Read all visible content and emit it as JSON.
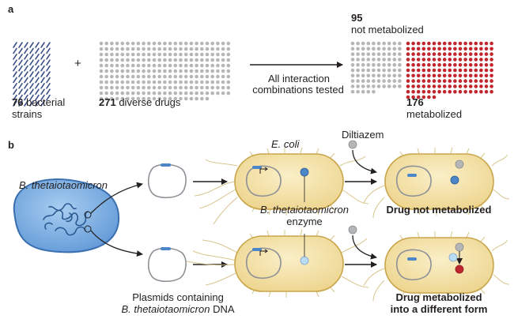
{
  "panel_a": {
    "label": "a",
    "strains_count": "76",
    "strains_text_1": "bacterial",
    "strains_text_2": "strains",
    "plus": "+",
    "drugs_count": "271",
    "drugs_text": "diverse drugs",
    "arrow_text_1": "All interaction",
    "arrow_text_2": "combinations tested",
    "not_metabolized_count": "95",
    "not_metabolized_text": "not metabolized",
    "metabolized_count": "176",
    "metabolized_text": "metabolized"
  },
  "panel_b": {
    "label": "b",
    "donor_label": "B. thetaiotaomicron",
    "host_label": "E. coli",
    "drug_label": "Diltiazem",
    "enzyme_label_1": "B. thetaiotaomicron",
    "enzyme_label_2": "enzyme",
    "outcome_top": "Drug not metabolized",
    "outcome_bottom_1": "Drug metabolized",
    "outcome_bottom_2": "into a different form",
    "plasmids_label_1": "Plasmids containing",
    "plasmids_label_2_italic": "B. thetaiotaomicron",
    "plasmids_label_2_rest": "DNA"
  },
  "colors": {
    "strain_dash": "#3b4f8a",
    "drug_dot": "#b5b6b8",
    "metabolized_dot": "#c0262d",
    "ecoli_fill": "#f4e2a6",
    "ecoli_edge": "#c9a54b",
    "bthet_fill": "#7fb3e6",
    "bthet_edge": "#3a6fb0",
    "enzyme_dark": "#4a86c8",
    "enzyme_light": "#b9dcf3"
  }
}
